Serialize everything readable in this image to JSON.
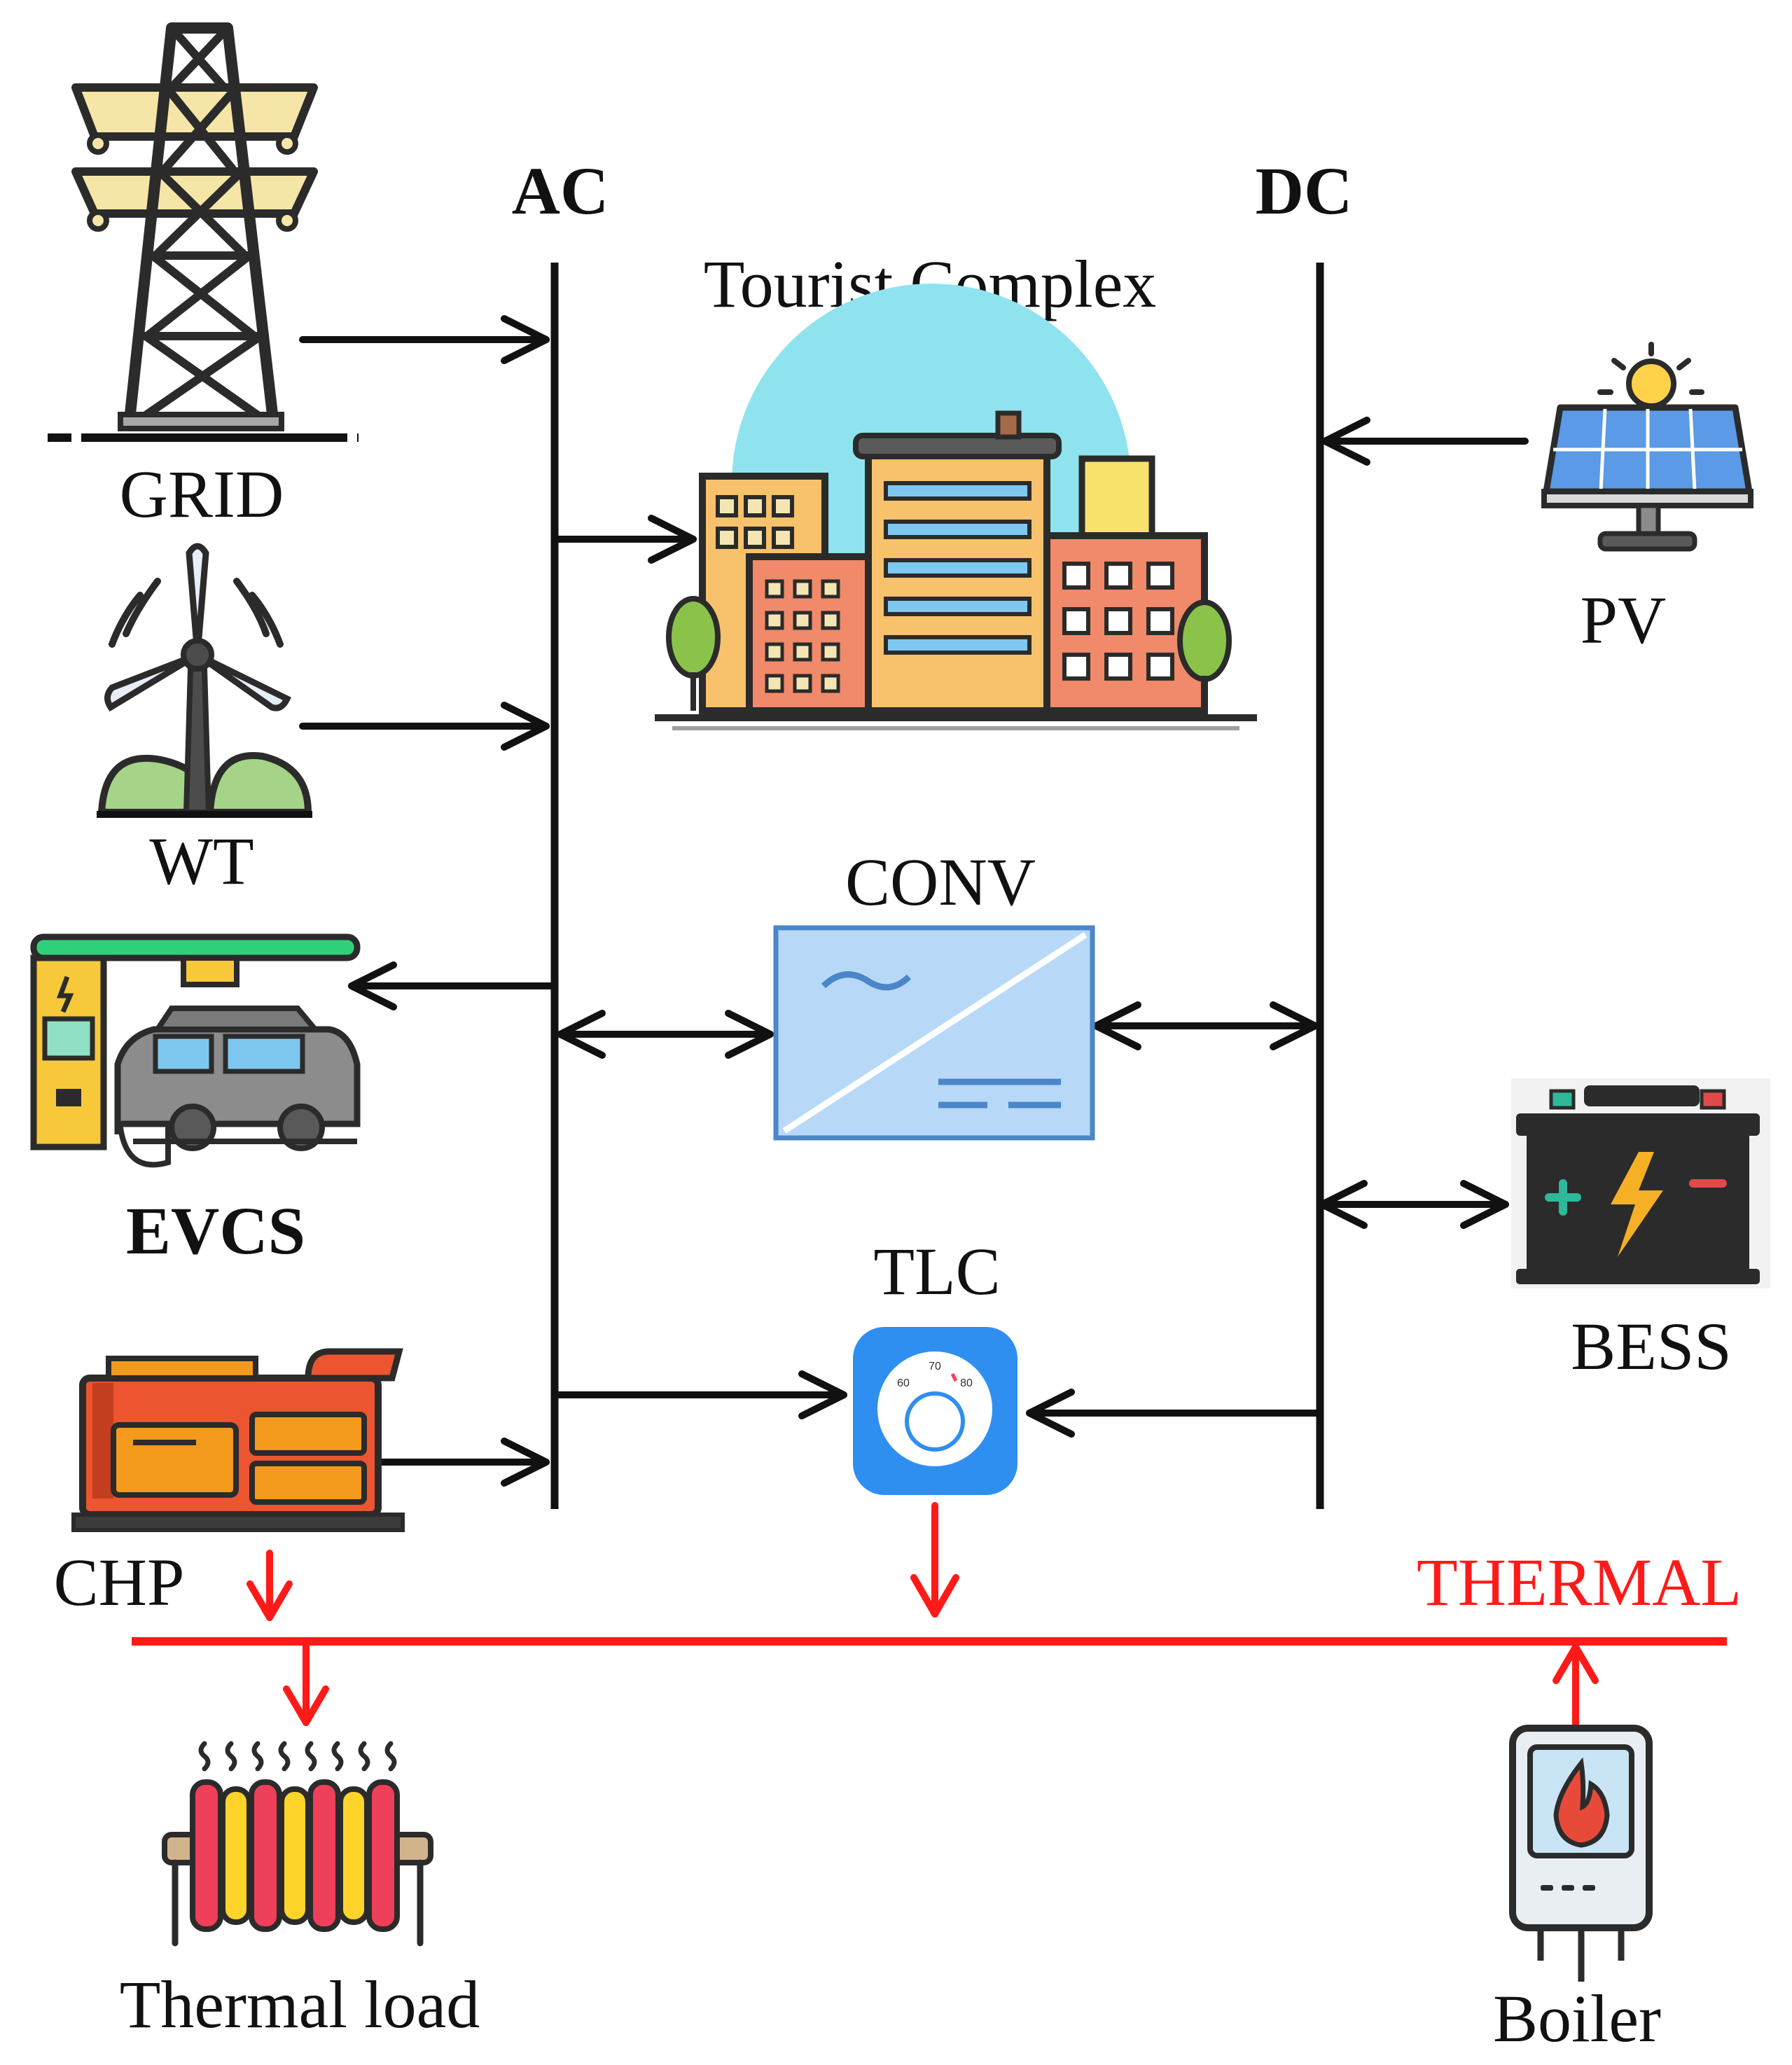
{
  "buses": {
    "ac": "AC",
    "dc": "DC",
    "thermal": "THERMAL"
  },
  "components": {
    "grid": "GRID",
    "wt": "WT",
    "evcs": "EVCS",
    "chp": "CHP",
    "tourist_complex": "Tourist Complex",
    "conv": "CONV",
    "tlc": "TLC",
    "pv": "PV",
    "bess": "BESS",
    "thermal_load": "Thermal load",
    "boiler": "Boiler"
  },
  "tlc_dial_ticks": [
    "60",
    "70",
    "80"
  ],
  "colors": {
    "bus_line": "#111111",
    "thermal_line": "#ff1a1a",
    "sky": "#8fe3ee",
    "tlc_blue": "#2f8ff0",
    "conv_fill": "#b7d9f7",
    "conv_border": "#4a86c8"
  },
  "icons": {
    "grid": "transmission-tower-icon",
    "wt": "wind-turbine-icon",
    "evcs": "ev-charging-station-icon",
    "chp": "chp-generator-icon",
    "tourist_complex": "city-buildings-icon",
    "conv": "ac-dc-converter-icon",
    "tlc": "thermostat-dial-icon",
    "pv": "solar-panel-icon",
    "bess": "battery-icon",
    "thermal_load": "radiator-icon",
    "boiler": "boiler-icon"
  }
}
